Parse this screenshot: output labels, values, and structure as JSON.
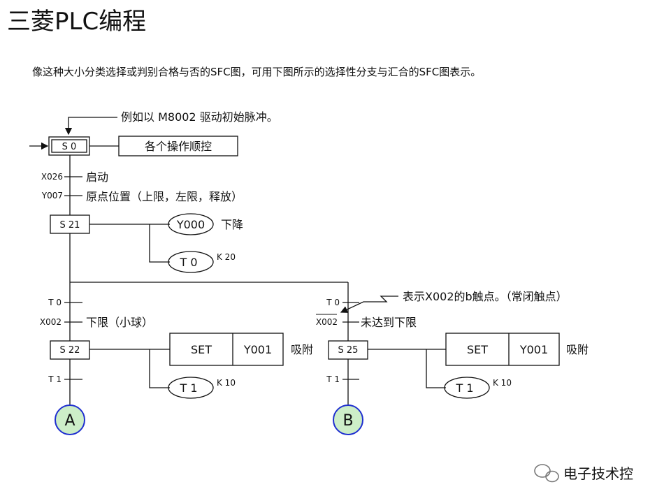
{
  "slide": {
    "title": "三菱PLC编程",
    "intro": "像这种大小分类选择或判别合格与否的SFC图，可用下图所示的选择性分支与汇合的SFC图表示。"
  },
  "diagram": {
    "init_note": "例如以 M8002 驱动初始脉冲。",
    "s0": {
      "label": "S 0",
      "action": "各个操作顺控"
    },
    "x026": {
      "label": "X026",
      "desc": "启动"
    },
    "y007": {
      "label": "Y007",
      "desc": "原点位置（上限，左限，释放）"
    },
    "s21": {
      "label": "S 21",
      "y000": "Y000",
      "y000_desc": "下降",
      "timer": "T  0",
      "timer_k": "K 20"
    },
    "left": {
      "t0": "T  0",
      "x002": "X002",
      "x002_desc": "下限（小球）",
      "step": "S 22",
      "set": "SET",
      "coil": "Y001",
      "coil_desc": "吸附",
      "timer": "T  1",
      "timer_k": "K 10",
      "t1": "T  1",
      "connector": "A"
    },
    "right": {
      "t0": "T  0",
      "x002": "X002",
      "x002_desc": "未达到下限",
      "nc_note": "表示X002的b触点。（常闭触点）",
      "step": "S 25",
      "set": "SET",
      "coil": "Y001",
      "coil_desc": "吸附",
      "timer": "T  1",
      "timer_k": "K 10",
      "t1": "T  1",
      "connector": "B"
    },
    "connector_fill": "#cdeec8",
    "connector_stroke": "#1f2fd0"
  },
  "watermark": {
    "icon": "wechat-icon",
    "text": "电子技术控"
  }
}
